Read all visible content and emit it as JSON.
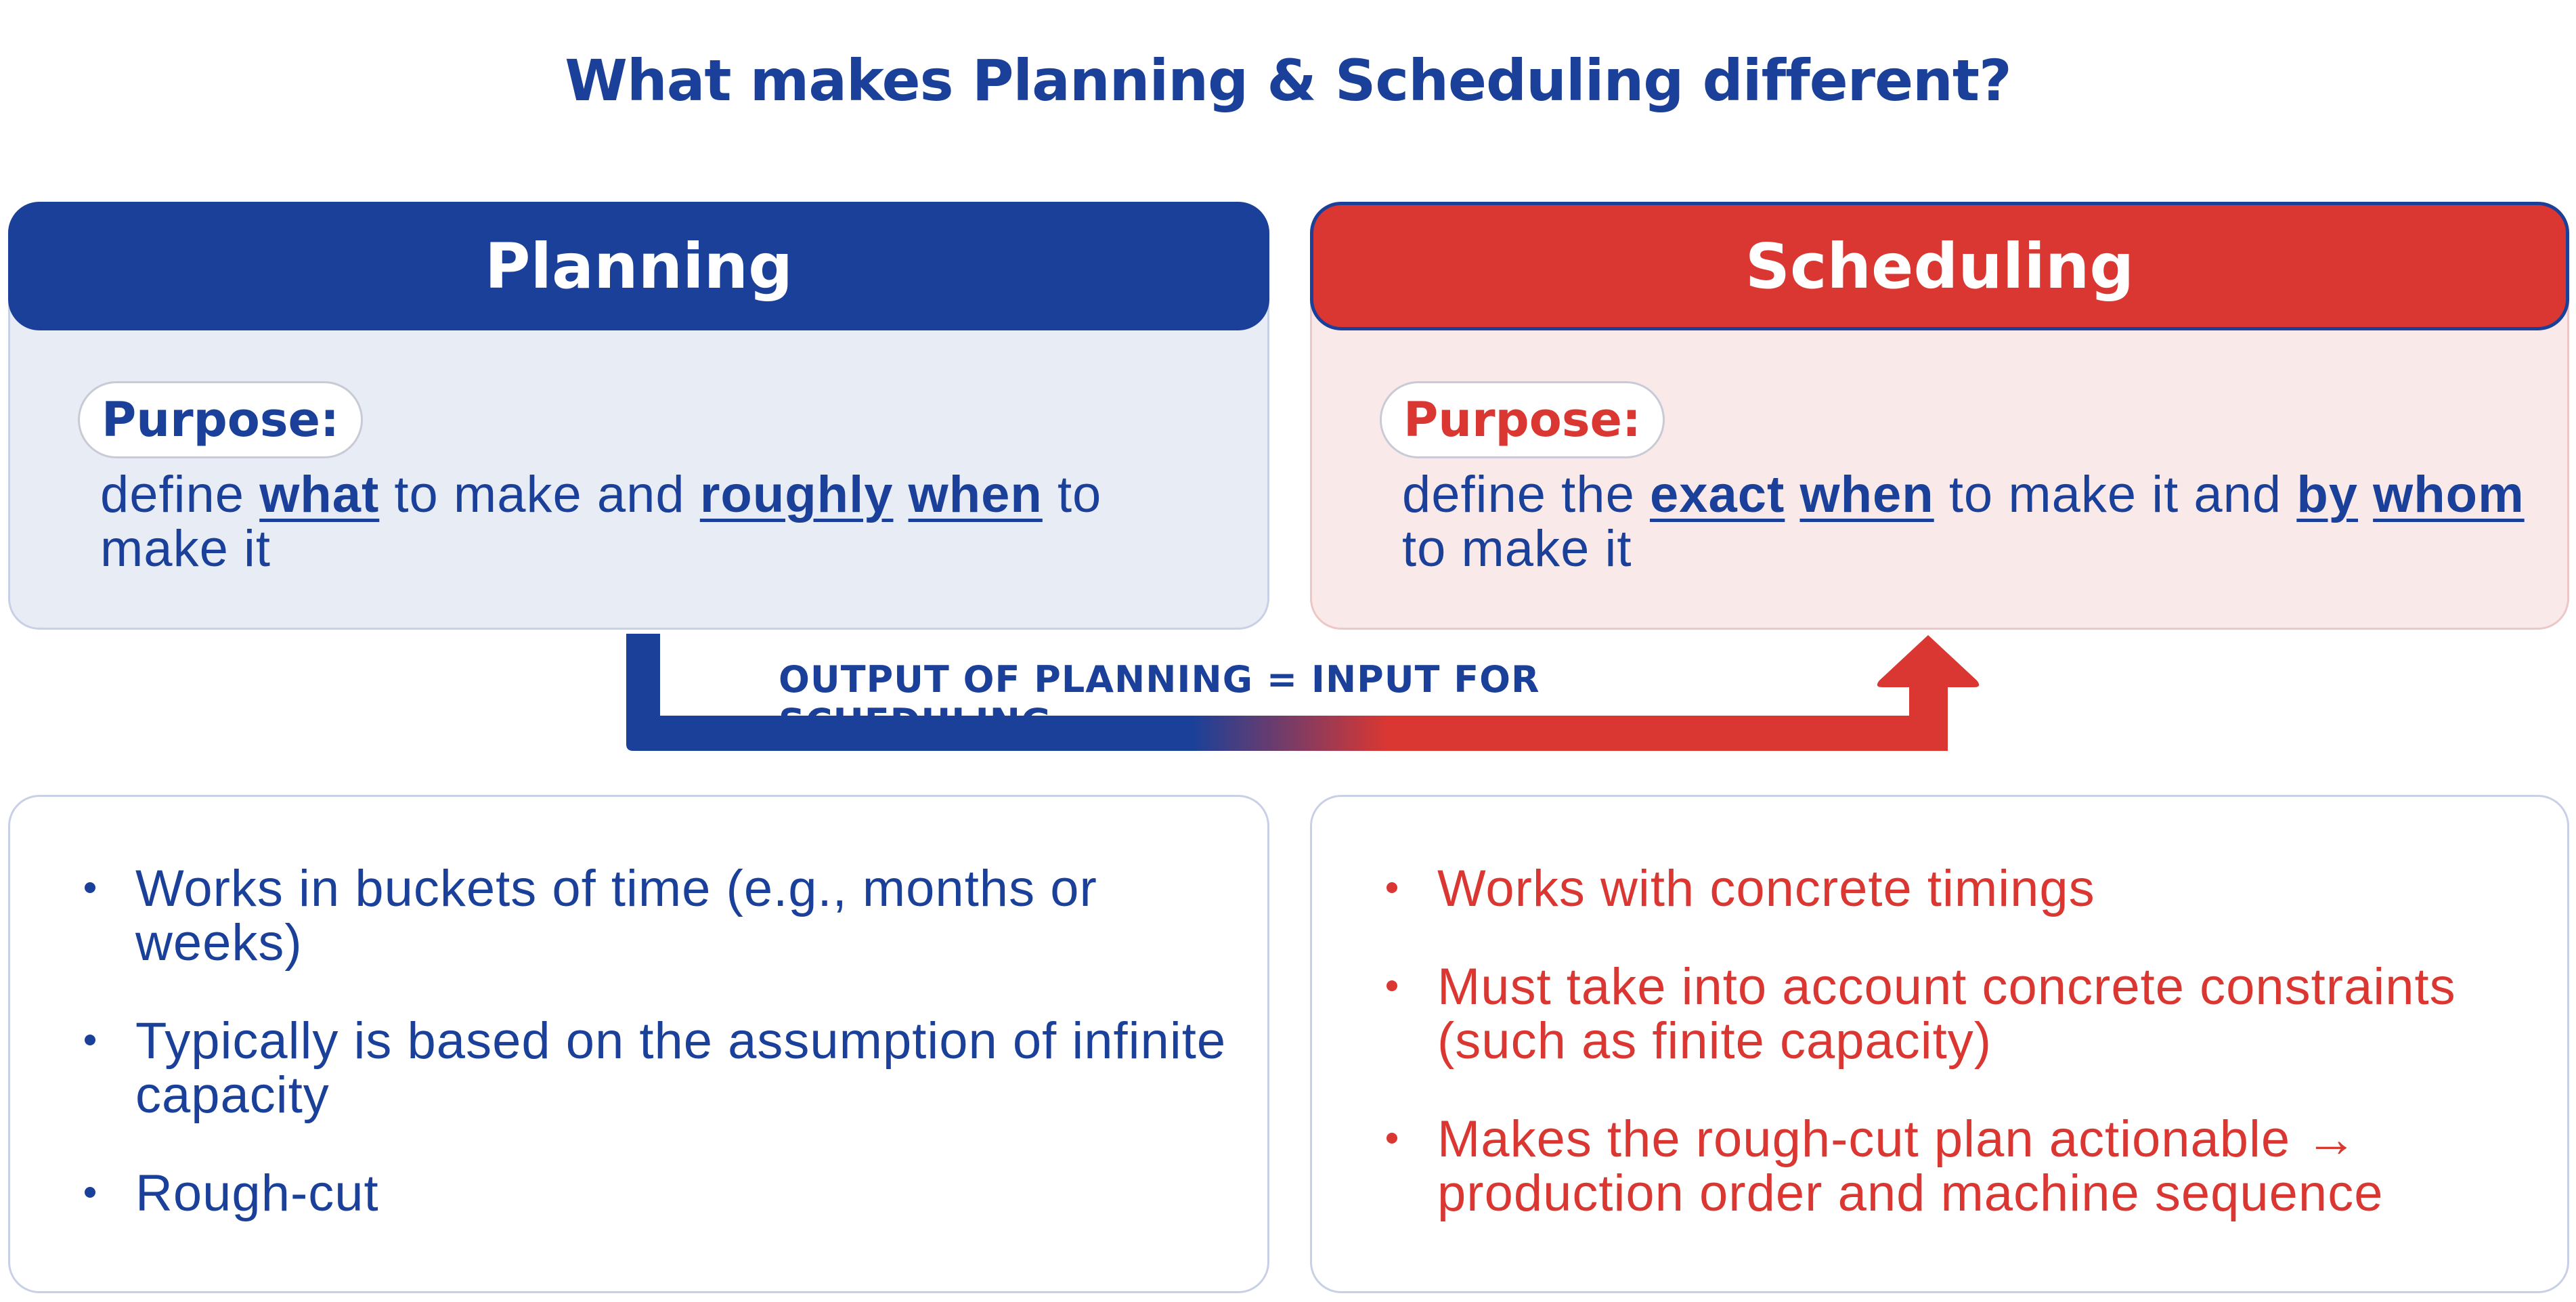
{
  "title": "What makes Planning & Scheduling different?",
  "planning": {
    "header": "Planning",
    "purpose_label": "Purpose:",
    "purpose_parts": [
      "define ",
      "what",
      " to make and ",
      "roughly",
      " ",
      "when",
      " to make it"
    ],
    "points": [
      "Works in buckets of time (e.g., months or weeks)",
      "Typically is based on the assumption of infinite capacity",
      "Rough-cut"
    ]
  },
  "scheduling": {
    "header": "Scheduling",
    "purpose_label": "Purpose:",
    "purpose_parts": [
      "define the ",
      "exact",
      " ",
      "when",
      " to make it and ",
      "by",
      " ",
      "whom",
      " to make it"
    ],
    "points": [
      "Works with concrete timings",
      "Must take into account concrete constraints (such as finite capacity)",
      "Makes the rough-cut plan actionable → production order and machine sequence"
    ]
  },
  "connector": {
    "label": "OUTPUT OF PLANNING = INPUT FOR SCHEDULING"
  },
  "colors": {
    "planning": "#1a4099",
    "scheduling": "#da3732",
    "planning_bg": "#e8ecf4",
    "scheduling_bg": "#fae9e9"
  }
}
